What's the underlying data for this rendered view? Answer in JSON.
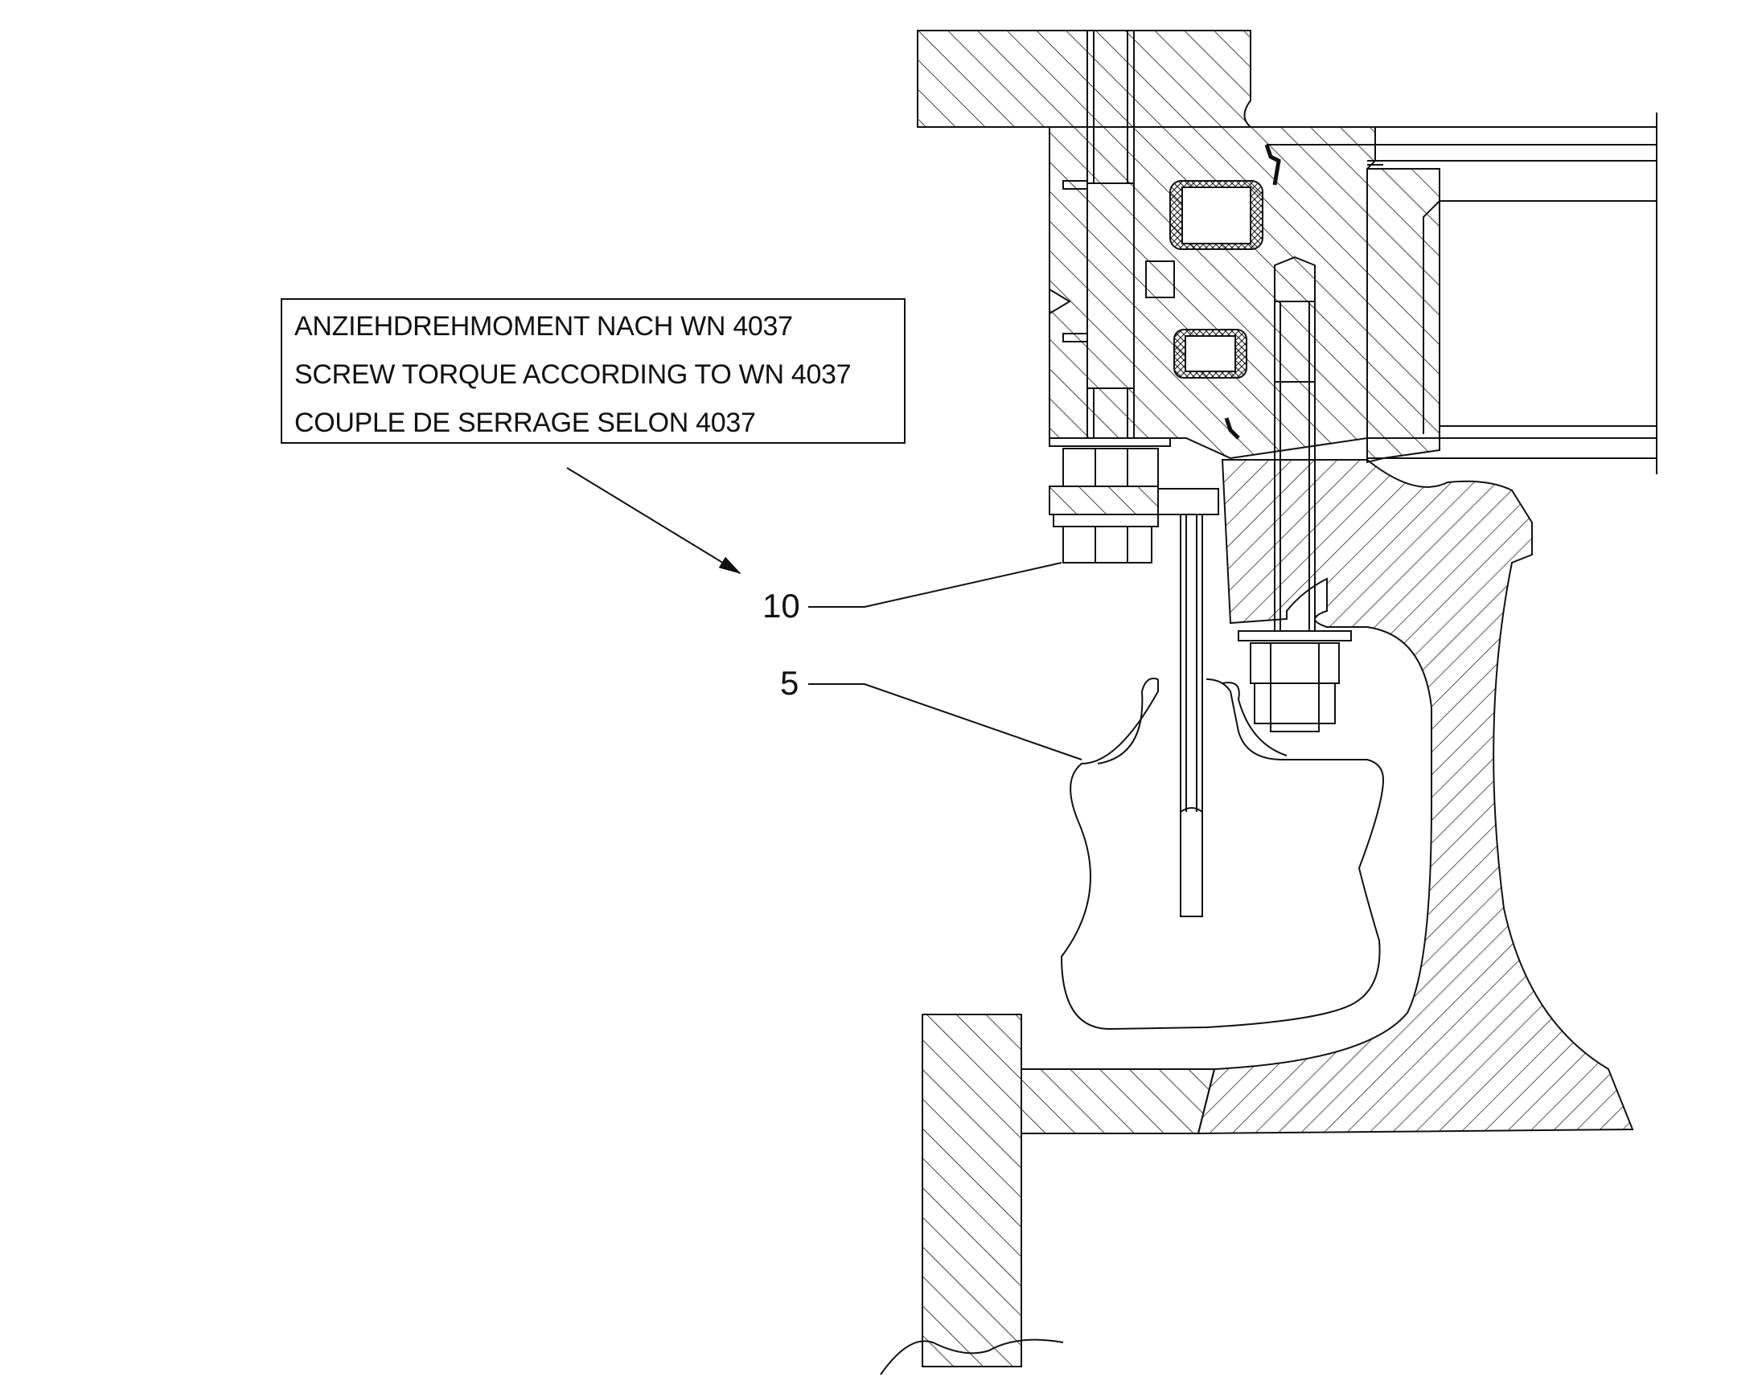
{
  "note": {
    "line1": "ANZIEHDREHMOMENT NACH WN 4037",
    "line2": "SCREW TORQUE ACCORDING TO WN 4037",
    "line3": "COUPLE DE SERRAGE SELON 4037"
  },
  "callouts": {
    "c10": "10",
    "c5": "5"
  },
  "colors": {
    "ink": "#111111",
    "paper": "#ffffff"
  }
}
